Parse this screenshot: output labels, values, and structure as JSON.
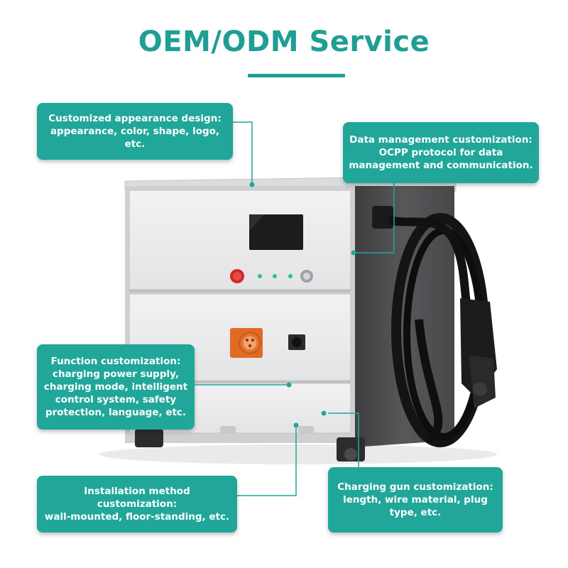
{
  "title": "OEM/ODM Service",
  "callouts": {
    "appearance": "Customized appearance design:\nappearance, color, shape, logo, etc.",
    "data_management": "Data management customization:\nOCPP protocol for data\nmanagement and communication.",
    "function": "Function customization:\ncharging power supply,\ncharging mode, intelligent\ncontrol system, safety\nprotection, language, etc.",
    "installation": "Installation method customization:\nwall-mounted, floor-standing, etc.",
    "charging_gun": "Charging gun customization:\nlength, wire material, plug\ntype, etc."
  },
  "colors": {
    "accent": "#21a69a",
    "title": "#1f9e93",
    "body_panel": "#eeeeef",
    "side_panel": "#4d4d4f",
    "cable": "#111111"
  },
  "icons": [
    "emergency-stop-icon",
    "indicator-light-icon",
    "key-switch-icon",
    "charging-socket-icon",
    "power-connector-icon",
    "charging-gun-icon"
  ]
}
